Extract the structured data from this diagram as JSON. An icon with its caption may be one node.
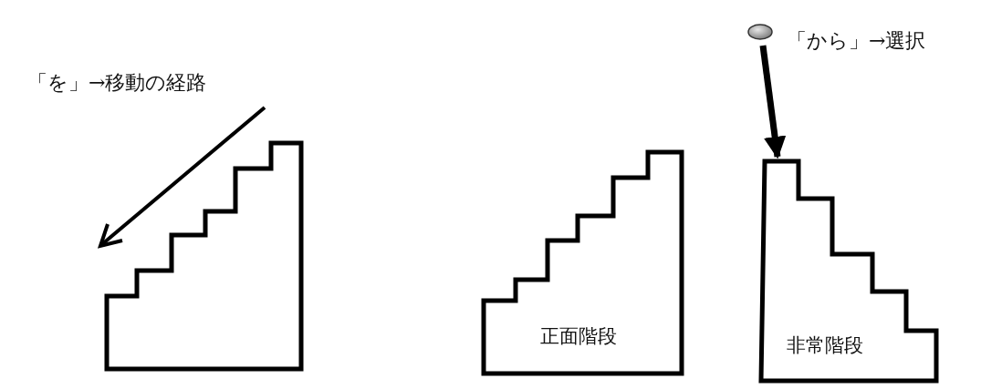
{
  "diagram": {
    "nodes": [
      {
        "text": [],
        "shape": "stairs"
      },
      {
        "text": [
          "正面階段"
        ]
      },
      {
        "text": [],
        "shape": "circle"
      },
      {
        "text": [
          "非常階段"
        ]
      }
    ],
    "edges": [
      {
        "from": 2,
        "to": 3,
        "arrow": "to"
      }
    ],
    "labels": [
      "「を」→移動の経路",
      "「から」→選択"
    ]
  }
}
